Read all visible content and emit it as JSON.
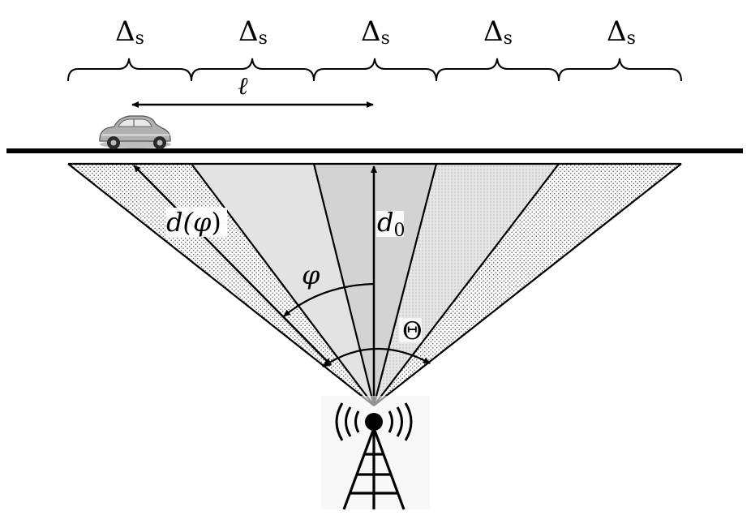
{
  "segment_labels": [
    "Δ",
    "Δ",
    "Δ",
    "Δ",
    "Δ"
  ],
  "segment_subscript": "s",
  "spacing_label": "ℓ",
  "distance_label": {
    "base": "d(",
    "var": "φ",
    "close": ")"
  },
  "d0_label": {
    "base": "d",
    "sub": "0"
  },
  "angle_phi_label": "φ",
  "angle_theta_label": "Θ",
  "colors": {
    "stroke": "#000000",
    "fill_dark": "#cfcfcf",
    "fill_mid": "#dcdcdc",
    "fill_light": "#e8e8e8",
    "dots": "#555555"
  },
  "icons": [
    "car-icon",
    "antenna-tower-icon",
    "radio-waves-icon"
  ]
}
